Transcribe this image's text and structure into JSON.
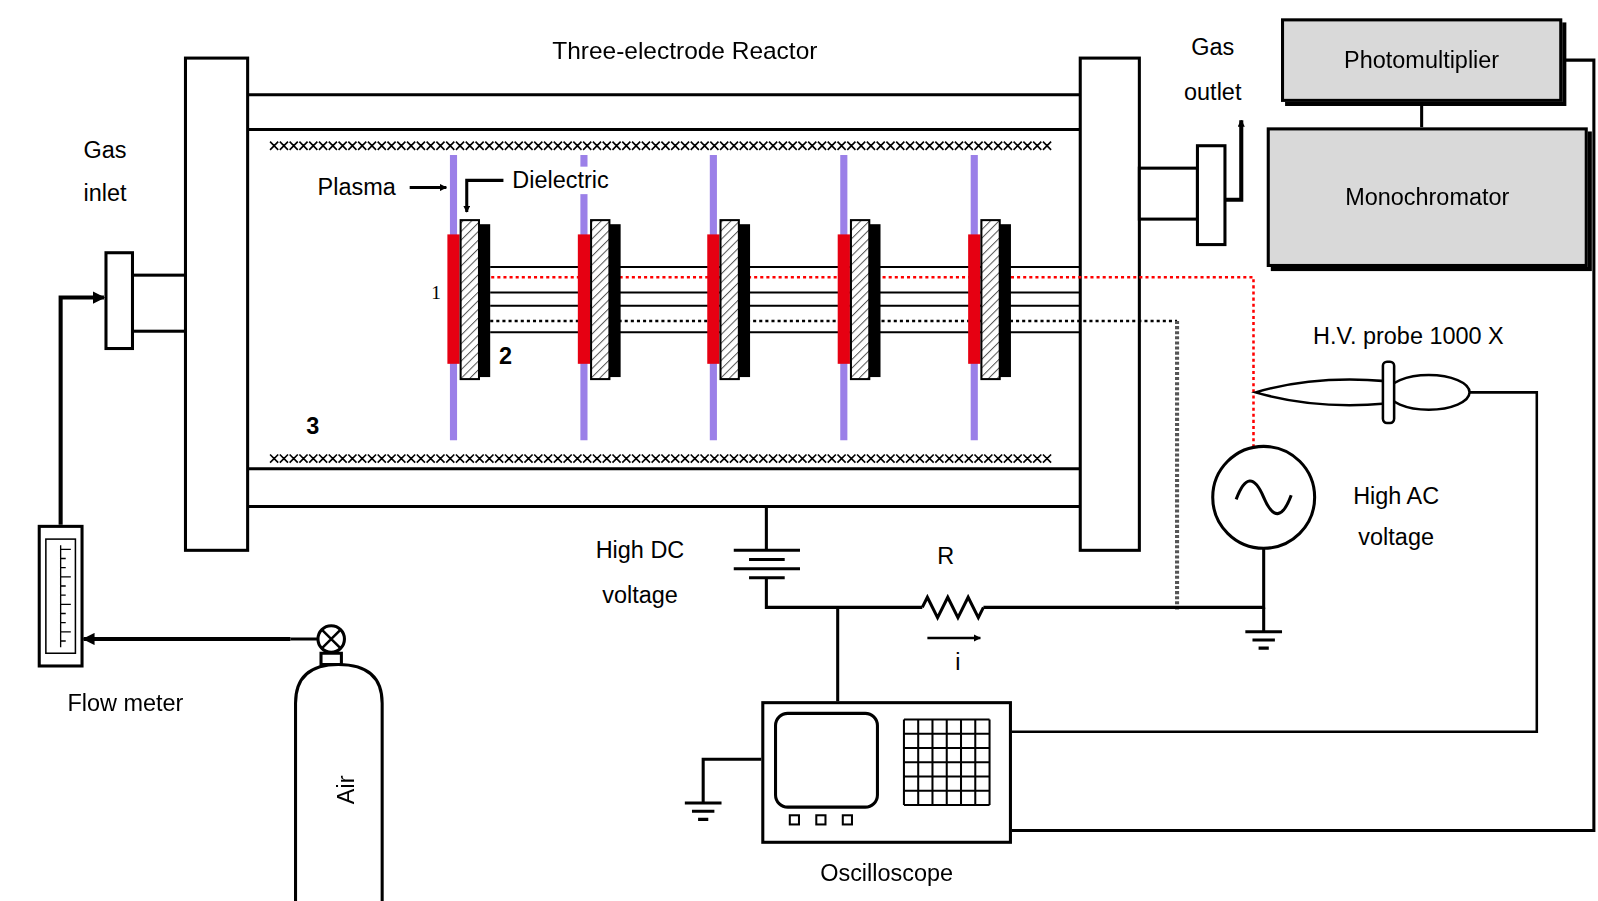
{
  "diagram": {
    "nodes": [
      {
        "text": [
          "Three-electrode Reactor"
        ]
      },
      {
        "text": [
          "Photomultiplier"
        ]
      },
      {
        "text": [
          "Monochromator"
        ]
      },
      {
        "text": [
          "Flow meter"
        ]
      },
      {
        "text": [
          "Air"
        ]
      },
      {
        "text": [
          "Oscilloscope"
        ]
      }
    ],
    "edges": [
      {
        "from": 4,
        "to": 3,
        "arrow": "to"
      },
      {
        "from": 3,
        "to": 0,
        "arrow": "to"
      },
      {
        "from": 1,
        "to": 2,
        "arrow": "none"
      },
      {
        "from": 1,
        "to": 5,
        "arrow": "none"
      }
    ],
    "labels": [
      "Gas inlet",
      "Gas outlet",
      "Plasma",
      "Dielectric",
      "1",
      "2",
      "3",
      "H.V. probe 1000 X",
      "High AC voltage",
      "High DC voltage",
      "R",
      "i"
    ]
  }
}
